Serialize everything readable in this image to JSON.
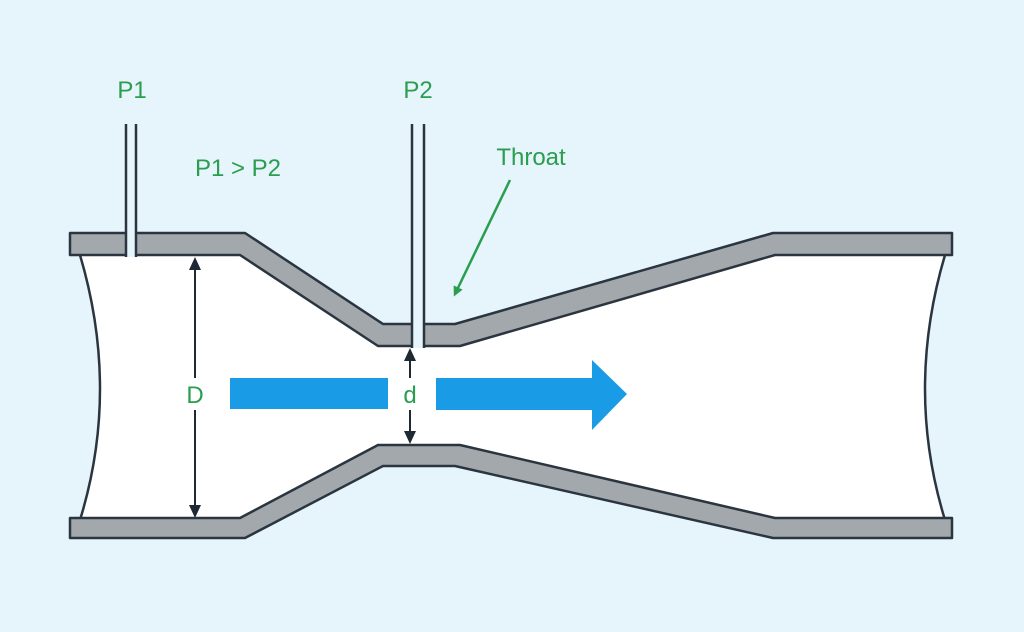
{
  "labels": {
    "p1": "P1",
    "p2": "P2",
    "relation": "P1 > P2",
    "throat": "Throat",
    "large_diameter": "D",
    "throat_diameter": "d"
  },
  "colors": {
    "background": "#e6f4fc",
    "label_green": "#2a9d4f",
    "flow_blue": "#1a9be6",
    "wall_gray": "#a3a8ad",
    "outline": "#2a3540"
  },
  "icons": {
    "flow": "flow-arrow-icon",
    "pointer": "throat-pointer-arrow-icon"
  }
}
